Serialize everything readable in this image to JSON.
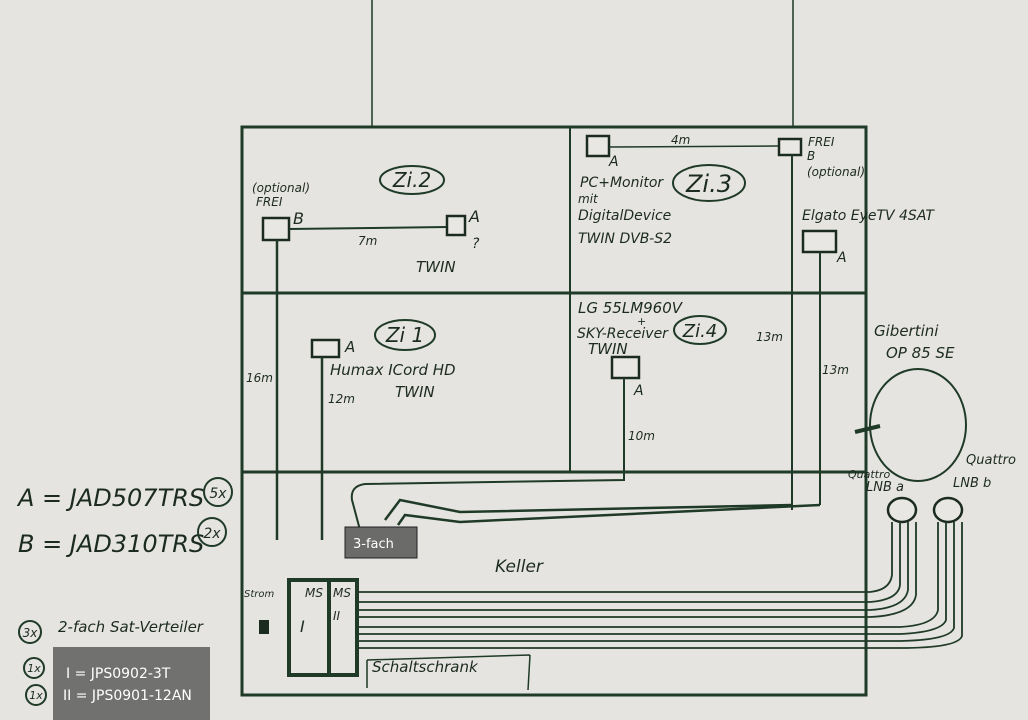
{
  "rooms": {
    "zi2": {
      "label": "Zi.2",
      "socket_b_note": "(optional)",
      "socket_b_free": "FREI",
      "socket_b": "B",
      "socket_a": "A",
      "cable": "7m",
      "device": "TWIN",
      "question": "?"
    },
    "zi3": {
      "label": "Zi.3",
      "socket_a": "A",
      "cable": "4m",
      "socket_b_free": "FREI",
      "socket_b": "B",
      "socket_b_note": "(optional)",
      "device_lines": [
        "PC+Monitor",
        "mit",
        "DigitalDevice",
        "TWIN DVB-S2"
      ],
      "elgato": "Elgato EyeTV 4SAT",
      "elgato_socket": "A"
    },
    "zi1": {
      "label": "Zi 1",
      "socket_a": "A",
      "device_lines": [
        "Humax ICord HD",
        "TWIN"
      ],
      "cable": "12m"
    },
    "zi4": {
      "label": "Zi.4",
      "device_lines": [
        "LG   55LM960V",
        "+",
        "SKY-Receiver",
        "TWIN"
      ],
      "socket_a": "A",
      "cable": "10m"
    }
  },
  "cables": {
    "zi2_riser": "16m",
    "zi3_riser": "13m",
    "elgato_riser": "13m"
  },
  "dish": {
    "name_lines": [
      "Gibertini",
      "OP 85 SE"
    ],
    "lnb_a": [
      "Quattro",
      "LNB a"
    ],
    "lnb_b": [
      "Quattro",
      "LNB b"
    ]
  },
  "basement": {
    "label": "Keller",
    "cabinet": "Schaltschrank",
    "power": "Strom",
    "ms1": "MS",
    "ms1_num": "I",
    "ms2": "MS",
    "ms2_num": "II",
    "overlay_3fach": "3-fach"
  },
  "legend": {
    "a_def": "A = JAD507TRS",
    "a_count": "5x",
    "b_def": "B = JAD310TRS",
    "b_count": "2x",
    "splitter_count": "3x",
    "splitter": "2-fach Sat-Verteiler",
    "ms1_count": "1x",
    "ms2_count": "1x",
    "ms1_def": "I = JPS0902-3T",
    "ms2_def": "II = JPS0901-12AN"
  },
  "colors": {
    "ink": "#1c2b20",
    "paper": "#e6e4e1"
  }
}
